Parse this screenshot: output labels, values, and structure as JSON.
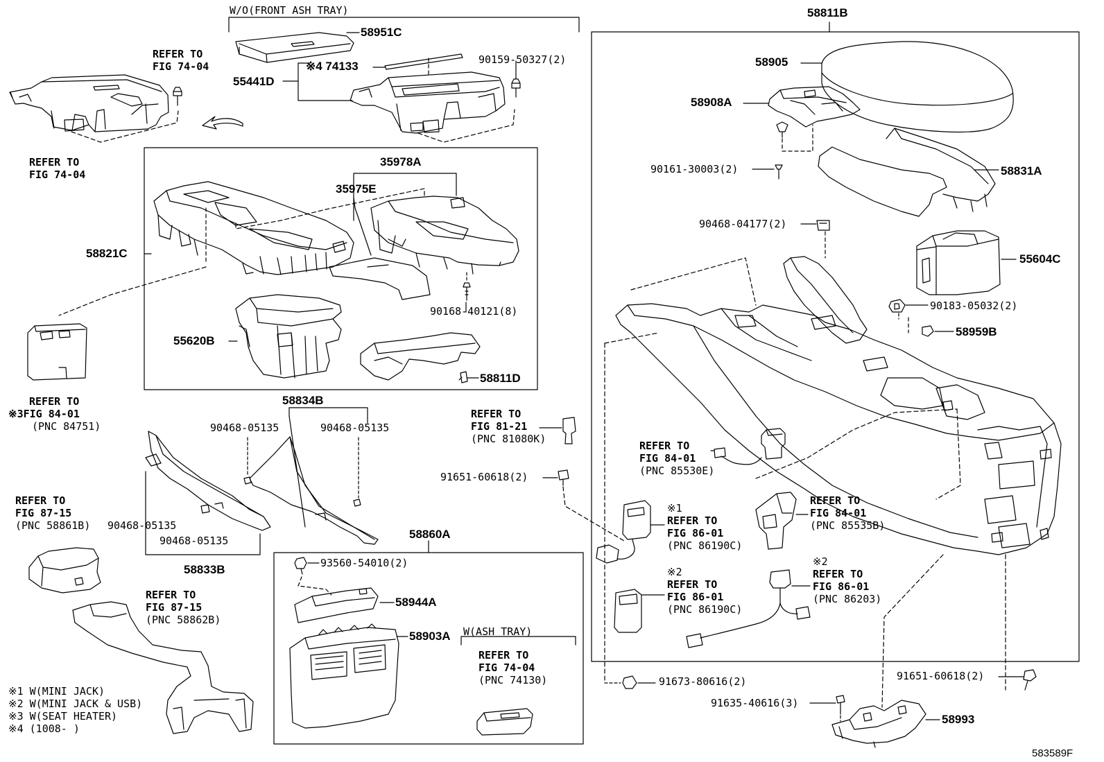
{
  "frames": {
    "wo_front_ash_tray": "W/O(FRONT ASH TRAY)",
    "w_ash_tray": "W(ASH TRAY)",
    "assy_58811B": "58811B",
    "assy_35978A": "35978A",
    "assy_58834B": "58834B",
    "assy_58860A": "58860A",
    "assy_58833B": "58833B"
  },
  "parts": {
    "p58951C": "58951C",
    "p74133": "※4 74133",
    "p55441D": "55441D",
    "p90159": "90159-50327(2)",
    "p35975E": "35975E",
    "p58821C": "58821C",
    "p90168": "90168-40121(8)",
    "p55620B": "55620B",
    "p58811D": "58811D",
    "p90468a": "90468-05135",
    "p90468b": "90468-05135",
    "p90468c": "90468-05135",
    "p90468d": "90468-05135",
    "p91651a": "91651-60618(2)",
    "p93560": "93560-54010(2)",
    "p58944A": "58944A",
    "p58903A": "58903A",
    "p58905": "58905",
    "p58908A": "58908A",
    "p90161": "90161-30003(2)",
    "p58831A": "58831A",
    "p90468e": "90468-04177(2)",
    "p55604C": "55604C",
    "p90183": "90183-05032(2)",
    "p58959B": "58959B",
    "p91673": "91673-80616(2)",
    "p91651b": "91651-60618(2)",
    "p91635": "91635-40616(3)",
    "p58993": "58993"
  },
  "refs": {
    "r1": {
      "l1": "REFER TO",
      "l2": "FIG 74-04"
    },
    "r2": {
      "l1": "REFER TO",
      "l2": "FIG 74-04"
    },
    "r3": {
      "mark": "※3",
      "l1": "REFER TO",
      "l2": "FIG 84-01",
      "l3": "(PNC 84751)"
    },
    "r4": {
      "l1": "REFER TO",
      "l2": "FIG 87-15",
      "l3": "(PNC 58861B)"
    },
    "r5": {
      "l1": "REFER TO",
      "l2": "FIG 87-15",
      "l3": "(PNC 58862B)"
    },
    "r6": {
      "l1": "REFER TO",
      "l2": "FIG 81-21",
      "l3": "(PNC 81080K)"
    },
    "r7": {
      "l1": "REFER TO",
      "l2": "FIG 74-04",
      "l3": "(PNC 74130)"
    },
    "r8": {
      "l1": "REFER TO",
      "l2": "FIG 84-01",
      "l3": "(PNC 85530E)"
    },
    "r9": {
      "mark": "※1",
      "l1": "REFER TO",
      "l2": "FIG 86-01",
      "l3": "(PNC 86190C)"
    },
    "r10": {
      "l1": "REFER TO",
      "l2": "FIG 84-01",
      "l3": "(PNC 85535B)"
    },
    "r11": {
      "mark": "※2",
      "l1": "REFER TO",
      "l2": "FIG 86-01",
      "l3": "(PNC 86190C)"
    },
    "r12": {
      "mark": "※2",
      "l1": "REFER TO",
      "l2": "FIG 86-01",
      "l3": "(PNC 86203)"
    }
  },
  "legend": {
    "n1": "※1 W(MINI JACK)",
    "n2": "※2 W(MINI JACK & USB)",
    "n3": "※3 W(SEAT HEATER)",
    "n4": "※4 (1008-      )"
  },
  "figure_code": "583589F"
}
